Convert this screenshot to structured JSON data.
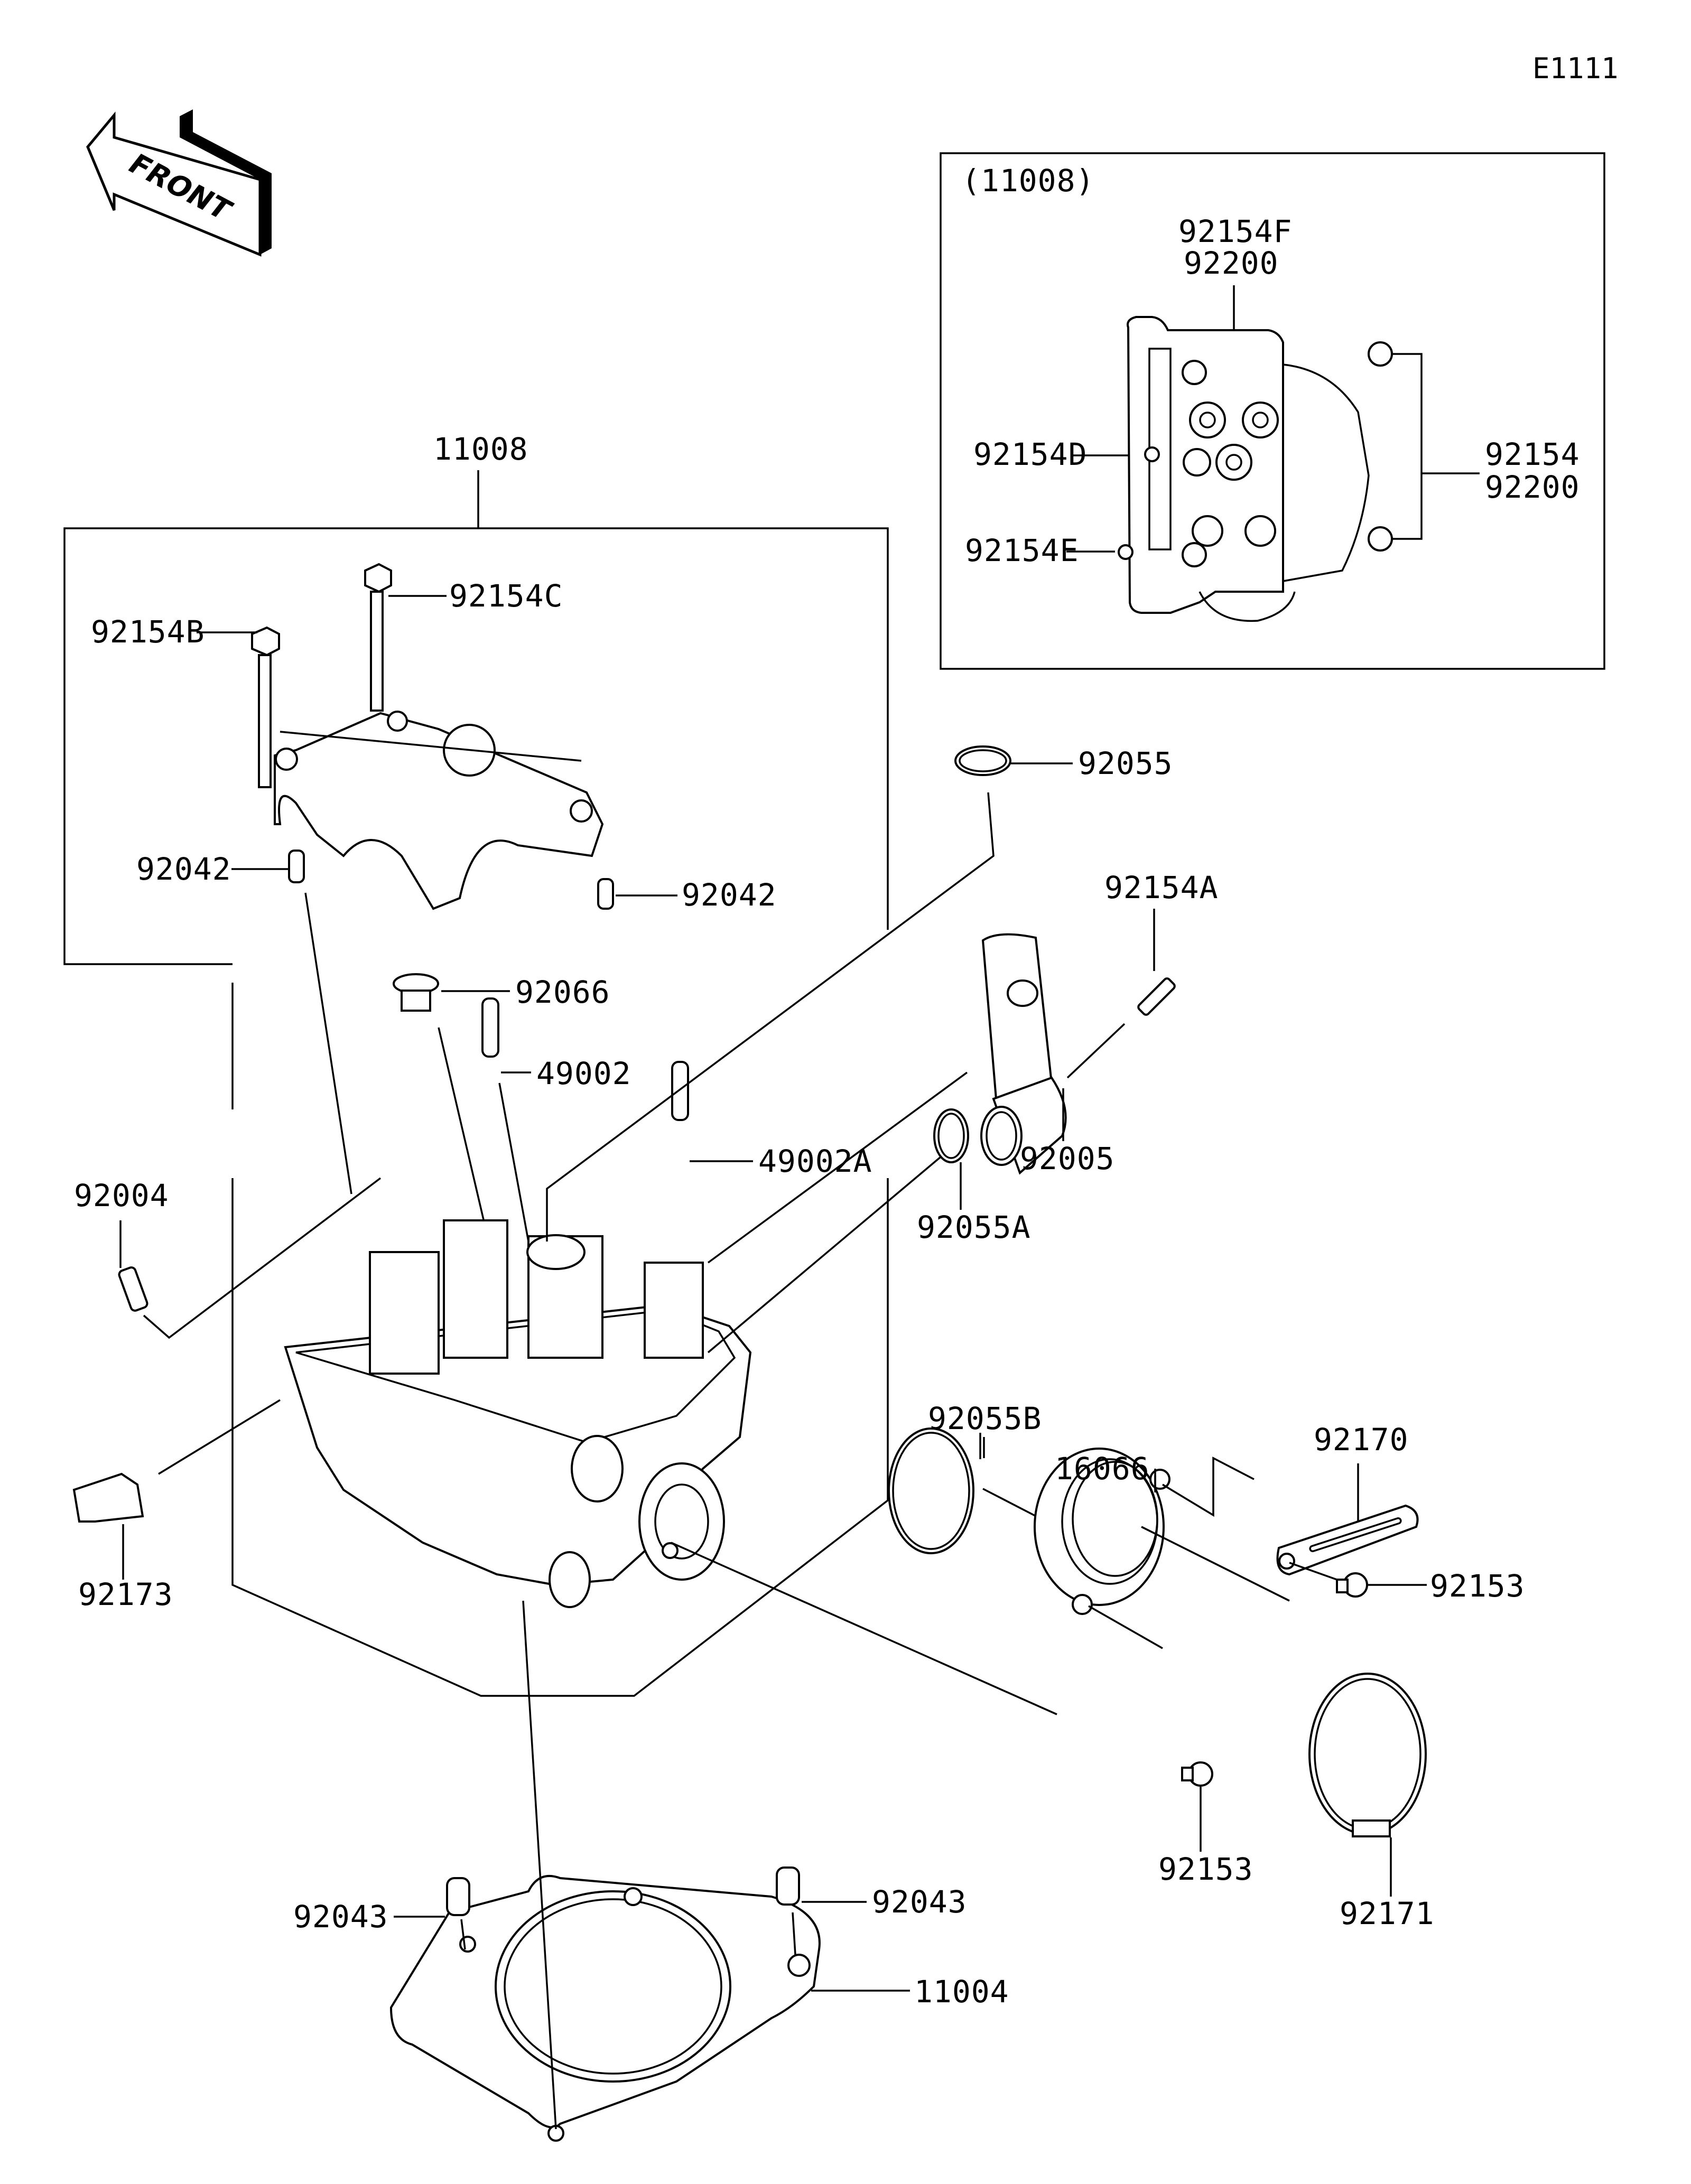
{
  "diagram_code": "E1111",
  "front_arrow": {
    "label": "FRONT",
    "icon": "front-direction-arrow-icon"
  },
  "assembly_label": "11008",
  "inset": {
    "title": "(11008)",
    "labels": {
      "top": [
        "92154F",
        "92200"
      ],
      "left_d": "92154D",
      "left_e": "92154E",
      "right": [
        "92154",
        "92200"
      ]
    }
  },
  "labels": {
    "p92154B": "92154B",
    "p92154C": "92154C",
    "p92042_left": "92042",
    "p92042_right": "92042",
    "p92066": "92066",
    "p49002": "49002",
    "p49002A": "49002A",
    "p92004": "92004",
    "p92173": "92173",
    "p92055": "92055",
    "p92154A": "92154A",
    "p92005": "92005",
    "p92055A": "92055A",
    "p92055B": "92055B",
    "p16066": "16066",
    "p92170": "92170",
    "p92153_right": "92153",
    "p92153_bottom": "92153",
    "p92171": "92171",
    "p92043_left": "92043",
    "p92043_right": "92043",
    "p11004": "11004"
  }
}
